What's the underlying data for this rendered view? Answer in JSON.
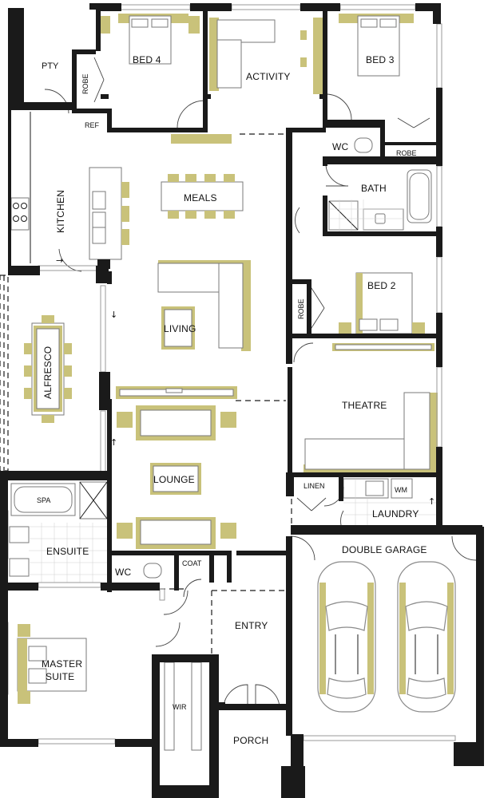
{
  "colors": {
    "wall": "#1a1a1a",
    "furniture_accent": "#c9c27a",
    "background": "#ffffff"
  },
  "rooms": {
    "pty": "PTY",
    "robe_1": "ROBE",
    "ref": "REF",
    "bed4": "BED 4",
    "activity": "ACTIVITY",
    "bed3": "BED 3",
    "wc_1": "WC",
    "robe_2": "ROBE",
    "bath": "BATH",
    "kitchen": "KITCHEN",
    "meals": "MEALS",
    "robe_3": "ROBE",
    "bed2": "BED 2",
    "living": "LIVING",
    "alfresco": "ALFRESCO",
    "theatre": "THEATRE",
    "lounge": "LOUNGE",
    "spa": "SPA",
    "linen": "LINEN",
    "wm": "WM",
    "laundry": "LAUNDRY",
    "ensuite": "ENSUITE",
    "wc_2": "WC",
    "coat": "COAT",
    "double_garage": "DOUBLE GARAGE",
    "entry": "ENTRY",
    "master_suite_line1": "MASTER",
    "master_suite_line2": "SUITE",
    "wir": "WIR",
    "porch": "PORCH"
  },
  "arrows": {
    "kitchen_slider": "→",
    "living_slider": "↓",
    "lounge_slider": "↑",
    "laundry_slider": "↑"
  }
}
